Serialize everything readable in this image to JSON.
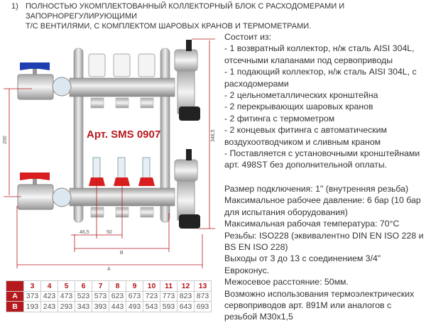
{
  "header": {
    "number": "1)",
    "lines": [
      "ПОЛНОСТЬЮ УКОМПЛЕКТОВАННЫЙ КОЛЛЕКТОРНЫЙ БЛОК С РАСХОДОМЕРАМИ И ЗАПОРНОРЕГУЛИРУЮЩИМИ",
      "Т/С ВЕНТИЛЯМИ, С КОМПЛЕКТОМ ШАРОВЫХ КРАНОВ И ТЕРМОМЕТРАМИ."
    ]
  },
  "diagram": {
    "article": "Арт. SMS 0907",
    "dim_200": "200",
    "dim_348": "348,5",
    "dim_46": "46,5",
    "dim_50": "50",
    "dim_B": "B",
    "dim_A": "A",
    "colors": {
      "accent": "#b5191e",
      "blue_handle": "#1f3fb0",
      "red_handle": "#d81e1e"
    }
  },
  "composition": [
    "Состоит из:",
    "- 1 возвратный коллектор, н/ж сталь AISI 304L,",
    "отсечными клапанами под сервоприводы",
    "- 1 подающий коллектор, н/ж сталь AISI 304L, с",
    "расходомерами",
    "- 2 цельнометаллических кронштейна",
    "- 2 перекрывающих шаровых кранов",
    "- 2 фитинга с термометром",
    "- 2 концевых фитинга с автоматическим",
    "воздухоотводчиком и сливным краном",
    "- Поставляется с установочными кронштейнами",
    "арт. 498ST без дополнительной оплаты."
  ],
  "specs": [
    "Размер подключения: 1\" (внутренняя резьба)",
    "Максимальное рабочее давление: 6 бар (10 бар",
    "для испытания оборудования)",
    "Максимальная рабочая температура: 70°С",
    "Резьбы: ISO228 (эквивалентно DIN EN ISO 228 и",
    "BS EN ISO 228)",
    "Выходы от 3 до 13 с соединением 3/4\"",
    "Евроконус.",
    "Межосевое расстояние: 50мм.",
    "Возможно использования термоэлектрических",
    "сервоприводов арт. 891M или аналогов с",
    "резьбой M30x1,5"
  ],
  "table": {
    "headers": [
      "3",
      "4",
      "5",
      "6",
      "7",
      "8",
      "9",
      "10",
      "11",
      "12",
      "13"
    ],
    "rows": [
      {
        "label": "A",
        "values": [
          "373",
          "423",
          "473",
          "523",
          "573",
          "623",
          "673",
          "723",
          "773",
          "823",
          "873"
        ]
      },
      {
        "label": "B",
        "values": [
          "193",
          "243",
          "293",
          "343",
          "393",
          "443",
          "493",
          "543",
          "593",
          "643",
          "693"
        ]
      }
    ]
  }
}
